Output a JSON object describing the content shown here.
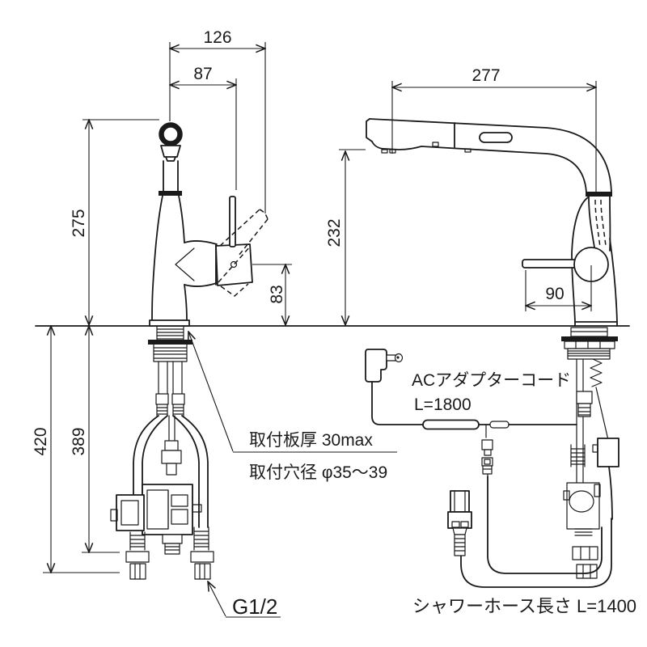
{
  "front_view": {
    "dims": {
      "total_width": "126",
      "handle_offset": "87",
      "spout_height": "275",
      "handle_height": "83",
      "under_counter_total": "420",
      "under_counter_hose": "389"
    },
    "notes": {
      "mount_thickness": "取付板厚 30max",
      "mount_hole_diameter": "取付穴径 φ35〜39",
      "supply_thread": "G1/2"
    }
  },
  "side_view": {
    "dims": {
      "spout_reach": "277",
      "spout_height": "232",
      "lever_length": "90"
    },
    "notes": {
      "ac_adapter_cord": "ACアダプターコード",
      "ac_adapter_cord_length": "L=1800",
      "shower_hose_length": "シャワーホース長さ L=1400"
    }
  },
  "colors": {
    "line": "#1a1a1a",
    "background": "#ffffff"
  }
}
